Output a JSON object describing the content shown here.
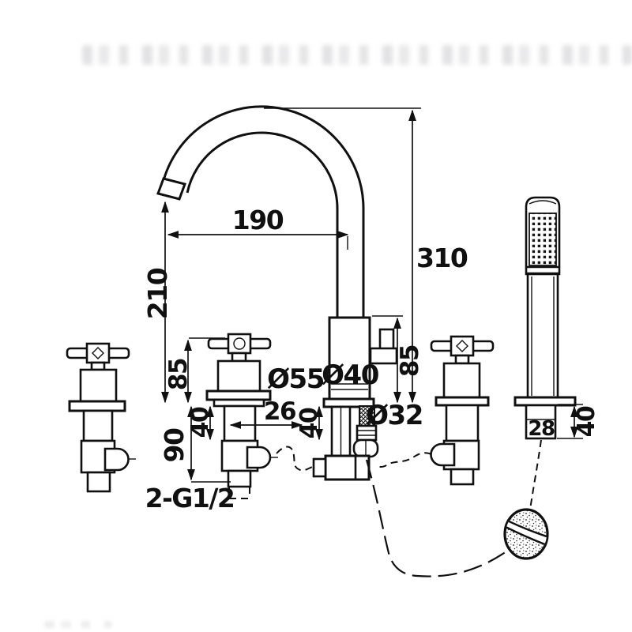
{
  "figure": {
    "description": "Dimensioned technical line drawing of a deck-mounted bathtub faucet: gooseneck spout, three cross handles, handheld shower wand on holder, flexible hoses and round sprayer ball"
  },
  "labels": {
    "dim_reach": "190",
    "dim_overall_height": "310",
    "dim_spout_clearance": "210",
    "dim_handle_height": "85",
    "dim_body_height": "85",
    "dia_flange": "Ø55",
    "dia_body": "Ø40",
    "dia_hose_nut": "Ø32",
    "dim_offset": "26",
    "dim_shank_40_left": "40",
    "dim_shank_40_center": "40",
    "dim_under_deck_depth": "90",
    "thread_spec": "2-G1/2",
    "dim_holder_width": "28",
    "dim_holder_height": "40"
  },
  "colors": {
    "line": "#101010",
    "background": "#ffffff",
    "watermark": "#8c8c94"
  }
}
